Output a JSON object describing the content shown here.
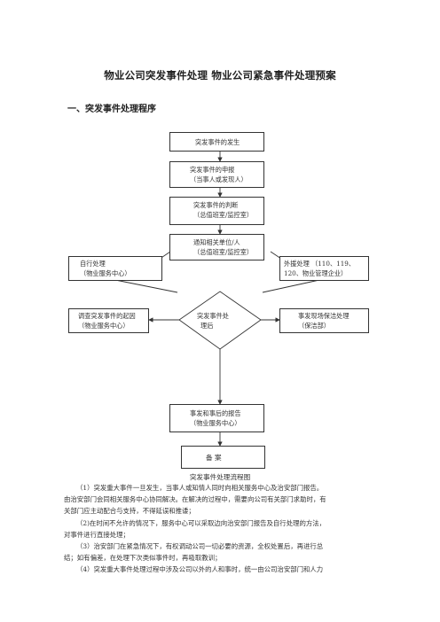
{
  "doc_title": "物业公司突发事件处理  物业公司紧急事件处理预案",
  "section_heading": "一、突发事件处理程序",
  "flowchart": {
    "occur": "突发事件的发生",
    "report_l1": "突发事件的申报",
    "report_l2": "（当事人或发现人）",
    "judge_l1": "突发事件的判断",
    "judge_l2": "（总值班室/监控室）",
    "notify_l1": "通知相关单位/人",
    "notify_l2": "（总值班室/监控室）",
    "self_l1": "自行处理",
    "self_l2": "（物业服务中心）",
    "ext_l1": "外援处理      （110、119、",
    "ext_l2": "120、物业管理企业）",
    "cause_l1": "调查突发事件的起因",
    "cause_l2": "（物业服务中心）",
    "diamond_l1": "突发事件处",
    "diamond_l2": "理后",
    "clean_l1": "事发现场保洁处理",
    "clean_l2": "（保洁部）",
    "after_l1": "事发和事后的报告",
    "after_l2": "（物业服务中心）",
    "archive": "备      案"
  },
  "caption": "突发事件处理流程图",
  "paragraph_lines": [
    "（1）突发重大事件一旦发生，当事人或知情人同时向相关服务中心及治安部门报告。",
    "由治安部门会同相关服务中心协同解决。在解决的过程中，需要向公司有关部门求助时，有",
    "关部门应主动配合与支持，不得延误和推诿；",
    "（2)在时间不允许的情况下，服务中心可以采取边向治安部门报告及自行处理的方法，",
    "对事件进行直接处理；",
    "（3）治安部门在紧急情况下，有权调动公司一切必要的资源，全权处置后，再进行总",
    "结；如有偏差，在处理下次类似事件时，再吸取教训；",
    "（4）突发重大事件处理过程中涉及公司以外的人和事时，统一由公司治安部门和人力"
  ]
}
